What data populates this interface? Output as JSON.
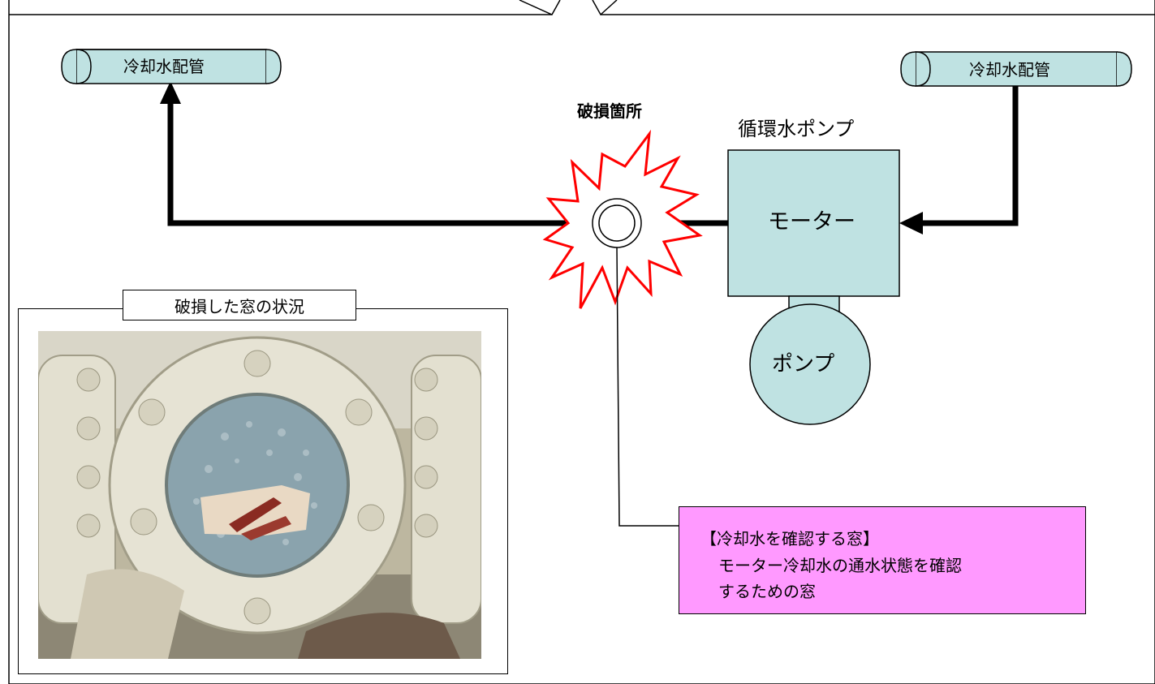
{
  "pipes": {
    "left_label": "冷却水配管",
    "right_label": "冷却水配管"
  },
  "damage": {
    "label": "破損箇所"
  },
  "pump_system": {
    "title": "循環水ポンプ",
    "motor_label": "モーター",
    "pump_label": "ポンプ"
  },
  "photo": {
    "title": "破損した窓の状況"
  },
  "callout": {
    "line1": "【冷却水を確認する窓】",
    "line2": "モーター冷却水の通水状態を確認",
    "line3": "するための窓"
  },
  "colors": {
    "equipment_fill": "#bfe2e2",
    "burst_outline": "#ff0000",
    "callout_fill": "#ff99ff",
    "flow_line": "#000000"
  },
  "icons": [
    "burst-icon",
    "sight-glass-icon",
    "arrow-up-icon",
    "arrow-left-icon"
  ]
}
